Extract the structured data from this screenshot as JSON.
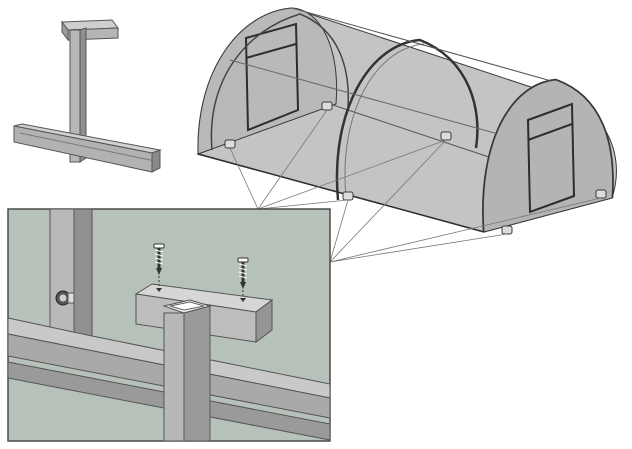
{
  "diagram": {
    "parts": [
      "t-bracket",
      "hoop-greenhouse-frame",
      "detail-inset"
    ],
    "colors": {
      "frame_gray": "#a9a9a9",
      "frame_dark": "#555555",
      "cover_gray": "#c4c4c4",
      "inset_background": "#b6c1ba",
      "metal_light": "#bdbdbd",
      "outline": "#3a3a3a"
    },
    "icons": [
      "wood-screw-icon",
      "bolt-icon"
    ]
  }
}
